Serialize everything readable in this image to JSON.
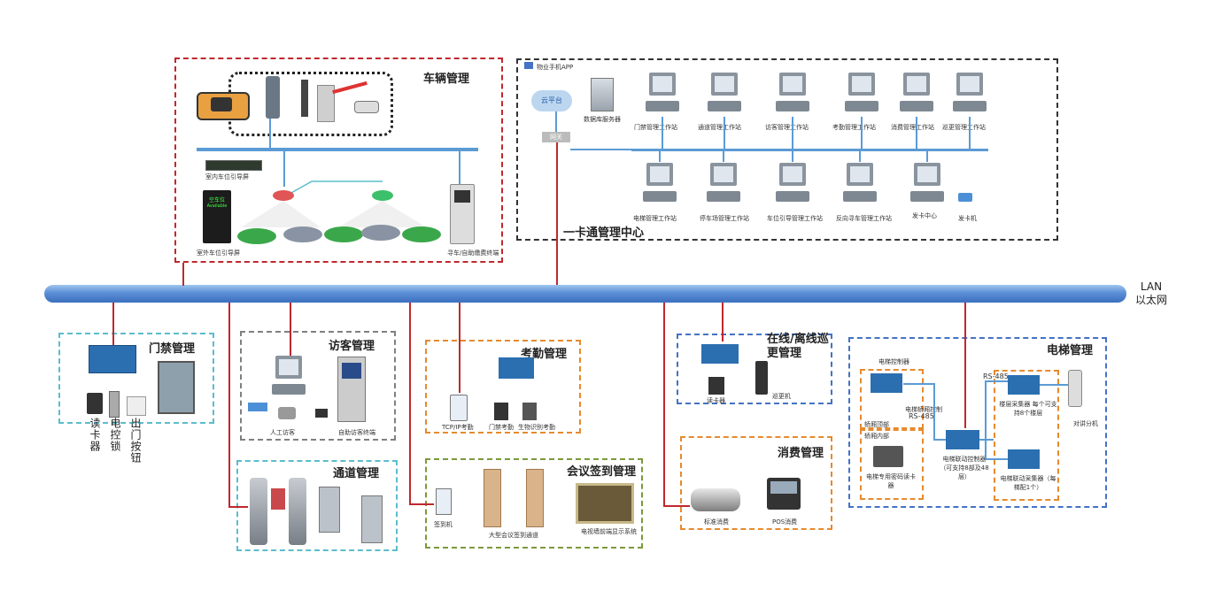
{
  "network": {
    "lan_label_1": "LAN",
    "lan_label_2": "以太网"
  },
  "vehicle": {
    "title": "车辆管理",
    "indoor_screen": "室内车位引导屏",
    "outdoor_screen": "室外车位引导屏",
    "terminal": "寻车/自助缴费终端",
    "sign_text_1": "空车位",
    "sign_text_2": "Available"
  },
  "center": {
    "title": "一卡通管理中心",
    "app": "物业手机APP",
    "cloud": "云平台",
    "gateway": "网关",
    "db_server": "数据库服务器",
    "top_stations": [
      "门禁管理工作站",
      "通道管理工作站",
      "访客管理工作站",
      "考勤管理工作站",
      "消费管理工作站",
      "巡更管理工作站"
    ],
    "bottom_stations": [
      "电梯管理工作站",
      "停车场管理工作站",
      "车位引导管理工作站",
      "反向寻车管理工作站",
      "发卡中心"
    ],
    "card_issuer": "发卡机"
  },
  "access": {
    "title": "门禁管理",
    "reader": "读卡器",
    "lock": "电控锁",
    "button": "出门按钮"
  },
  "visitor": {
    "title": "访客管理",
    "manual": "人工访客",
    "self": "自助访客终端"
  },
  "attendance": {
    "title": "考勤管理",
    "tcpip": "TCP/IP考勤",
    "door": "门禁考勤",
    "bio": "生物识别考勤"
  },
  "patrol": {
    "title": "在线/离线巡更管理",
    "reader": "读卡器",
    "patrol_device": "巡更机"
  },
  "channel": {
    "title": "通道管理"
  },
  "meeting": {
    "title": "会议签到管理",
    "signer": "签到机",
    "gate": "大型会议签到通道",
    "display": "电视墙前端显示系统"
  },
  "consume": {
    "title": "消费管理",
    "standard": "标准消费",
    "pos": "POS消费"
  },
  "elevator": {
    "title": "电梯管理",
    "car_controller": "电梯控制器",
    "car_top": "轿厢顶部",
    "car_inside": "轿厢内部",
    "rs485_top": "RS-485",
    "rs485_left": "RS-485",
    "dispatch_controller": "电梯轿厢控制",
    "dedicated_reader": "电梯专用密码读卡器",
    "linkage": "电梯联动控制器（可支持8部及48层）",
    "floor_collector": "楼层采集器 每个可支持8个楼层",
    "floor_collector_2": "电梯联动采集器（每梯配1个）",
    "intercom": "对讲分机"
  },
  "colors": {
    "frame_red": "#c0282d",
    "frame_blue": "#4472c4",
    "frame_orange": "#e68a2e",
    "frame_cyan": "#5bbdcc",
    "frame_gray": "#808080",
    "frame_green": "#7a9a3a",
    "frame_black": "#333333"
  }
}
